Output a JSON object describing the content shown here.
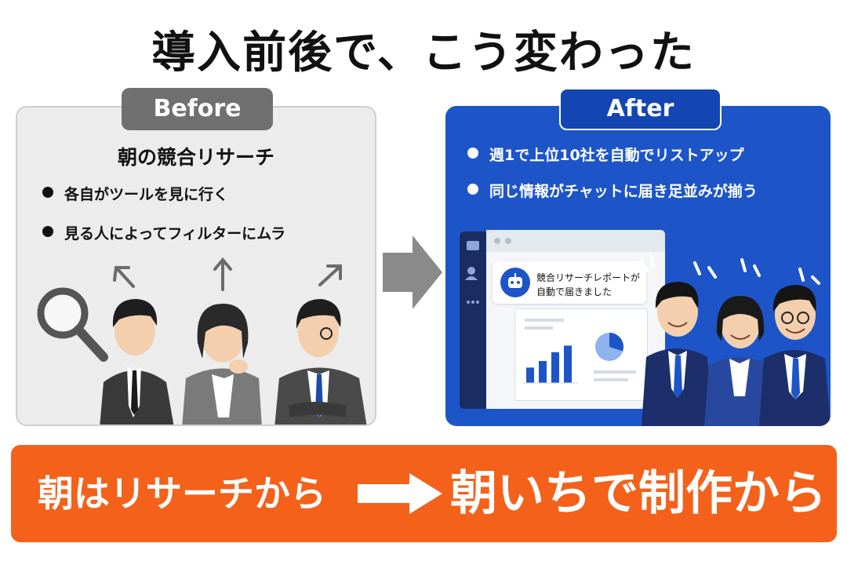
{
  "title": "導入前後で、こう変わった",
  "before": {
    "badge": "Before",
    "heading": "朝の競合リサーチ",
    "items": [
      "各自がツールを見に行く",
      "見る人によってフィルターにムラ"
    ]
  },
  "after": {
    "badge": "After",
    "items": [
      "週1で上位10社を自動でリストアップ",
      "同じ情報がチャットに届き足並みが揃う"
    ],
    "chat_message_line1": "競合リサーチレポートが",
    "chat_message_line2": "自動で届きました",
    "report_bars": [
      0.35,
      0.5,
      0.7,
      0.85
    ],
    "report_pie_fraction": 0.3
  },
  "banner": {
    "before_text": "朝はリサーチから",
    "after_text": "朝いちで制作から"
  },
  "colors": {
    "before_badge": "#707070",
    "after_panel": "#1d55c9",
    "banner": "#f4611a"
  }
}
